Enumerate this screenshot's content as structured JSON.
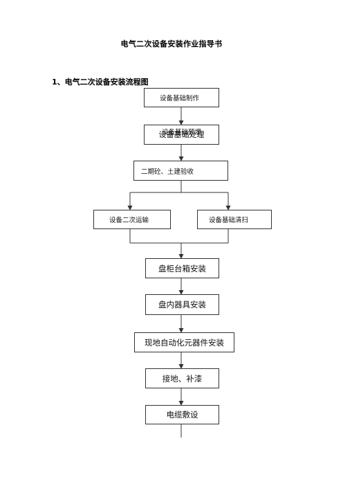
{
  "document": {
    "title": "电气二次设备安装作业指导书",
    "section_heading": "1、电气二次设备安装流程图"
  },
  "flowchart": {
    "steps": {
      "foundation_fabrication": "设备基础制作",
      "foundation_treatment_a": "设备基础预埋",
      "foundation_treatment_b": "设备基础处理",
      "civil_acceptance": "二期砼、土建验收",
      "secondary_transport": "设备二次运输",
      "foundation_cleaning": "设备基础清扫",
      "cabinet_installation": "盘柜台箱安装",
      "internal_device_installation": "盘内器具安装",
      "field_automation_installation": "现地自动化元器件安装",
      "grounding_painting": "接地、补漆",
      "cable_laying": "电缆敷设"
    },
    "colors": {
      "line": "#333333",
      "box_border": "#333333"
    }
  }
}
